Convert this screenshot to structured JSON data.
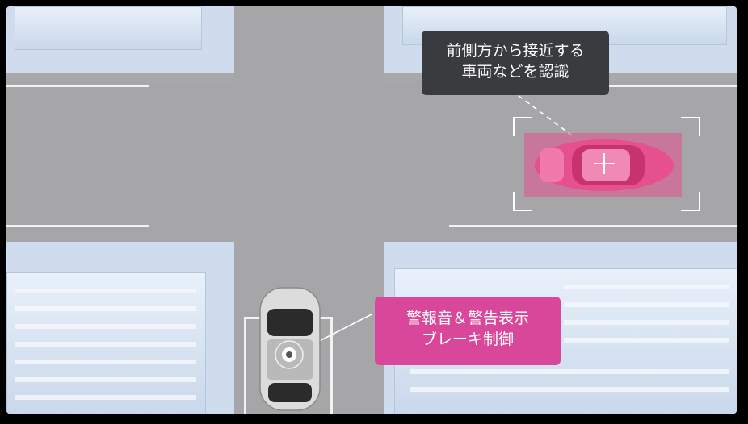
{
  "callouts": {
    "detection": {
      "line1": "前側方から接近する",
      "line2": "車両などを認識"
    },
    "warning": {
      "line1": "警報音＆警告表示",
      "line2": "ブレーキ制御"
    }
  },
  "colors": {
    "accent_pink": "#d9479a",
    "detected_vehicle": "#e6508f",
    "callout_dark": "#3a3b3e",
    "road": "#a6a5a8",
    "buildings": "#cfdced"
  },
  "icons": {
    "ego_vehicle": "white-car-topdown",
    "detected_vehicle": "pink-car-topdown",
    "sensor": "camera-lens-icon",
    "target_marker": "crosshair-icon"
  }
}
